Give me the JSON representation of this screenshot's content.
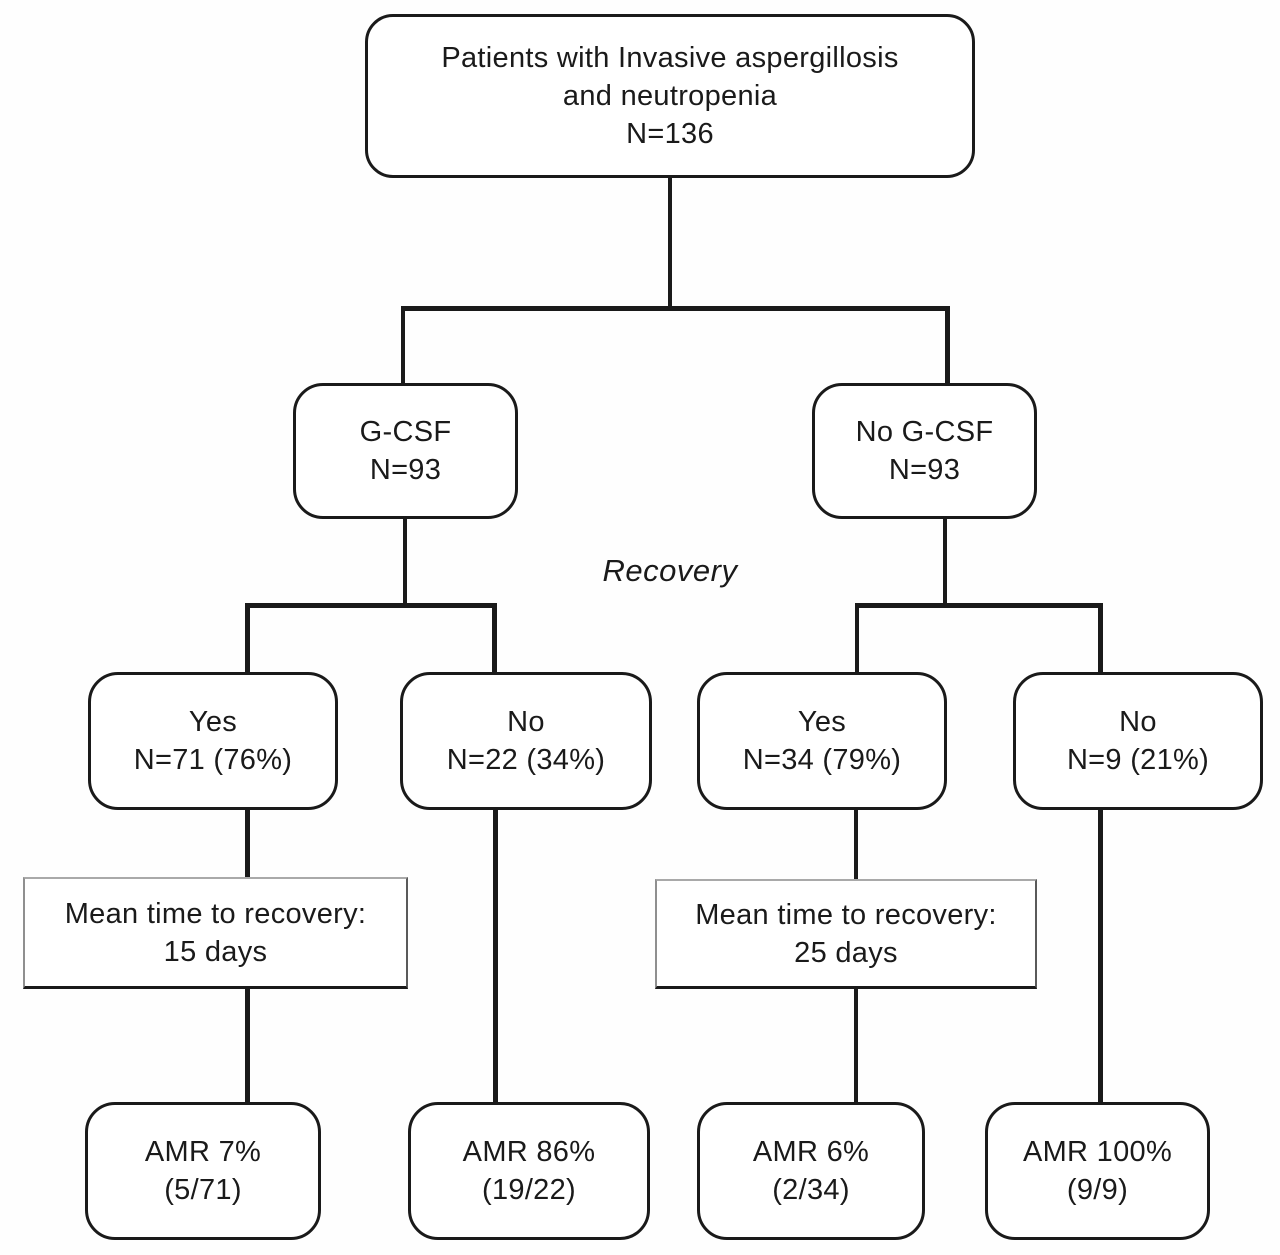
{
  "flowchart": {
    "root": {
      "lines": [
        "Patients with Invasive aspergillosis",
        "and neutropenia",
        "N=136"
      ]
    },
    "arm_gcsf": {
      "lines": [
        "G-CSF",
        "N=93"
      ]
    },
    "arm_no_gcsf": {
      "lines": [
        "No G-CSF",
        "N=93"
      ]
    },
    "recovery_label": "Recovery",
    "gcsf_recovery_yes": {
      "lines": [
        "Yes",
        "N=71 (76%)"
      ]
    },
    "gcsf_recovery_no": {
      "lines": [
        "No",
        "N=22 (34%)"
      ]
    },
    "no_gcsf_recovery_yes": {
      "lines": [
        "Yes",
        "N=34 (79%)"
      ]
    },
    "no_gcsf_recovery_no": {
      "lines": [
        "No",
        "N=9 (21%)"
      ]
    },
    "mean_time_gcsf": {
      "lines": [
        "Mean time to recovery:",
        "15 days"
      ]
    },
    "mean_time_no_gcsf": {
      "lines": [
        "Mean time to recovery:",
        "25 days"
      ]
    },
    "amr_gcsf_yes": {
      "lines": [
        "AMR 7%",
        "(5/71)"
      ]
    },
    "amr_gcsf_no": {
      "lines": [
        "AMR 86%",
        "(19/22)"
      ]
    },
    "amr_no_gcsf_yes": {
      "lines": [
        "AMR 6%",
        "(2/34)"
      ]
    },
    "amr_no_gcsf_no": {
      "lines": [
        "AMR 100%",
        "(9/9)"
      ]
    }
  },
  "colors": {
    "line": "#1a1a1a",
    "box_border": "#1a1a1a",
    "background": "#ffffff",
    "text": "#1a1a1a"
  }
}
